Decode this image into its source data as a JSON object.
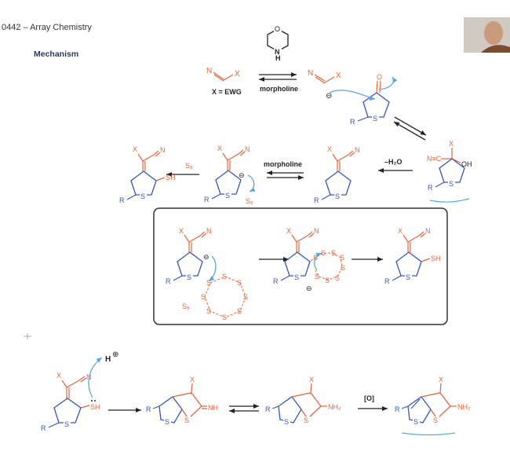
{
  "header": {
    "course": "0442 – Array Chemistry",
    "heading": "Mechanism"
  },
  "colors": {
    "orange": "#e0663f",
    "blue": "#3856b5",
    "arrow_blue": "#5aa7dd",
    "black": "#222222",
    "box_border": "#333333"
  },
  "labels": {
    "x": "X",
    "n": "N",
    "o": "O",
    "oh": "OH",
    "s": "S",
    "sh": "SH",
    "r": "R",
    "h": "H",
    "nh": "NH",
    "nh2": "NH₂",
    "nc": "N≡C",
    "x_ewg": "X = EWG",
    "morpholine": "morpholine",
    "minus_h2o": "–H₂O",
    "s8": "S₈",
    "minus": "⊖",
    "plus": "⊕",
    "oxidation": "[O]"
  }
}
